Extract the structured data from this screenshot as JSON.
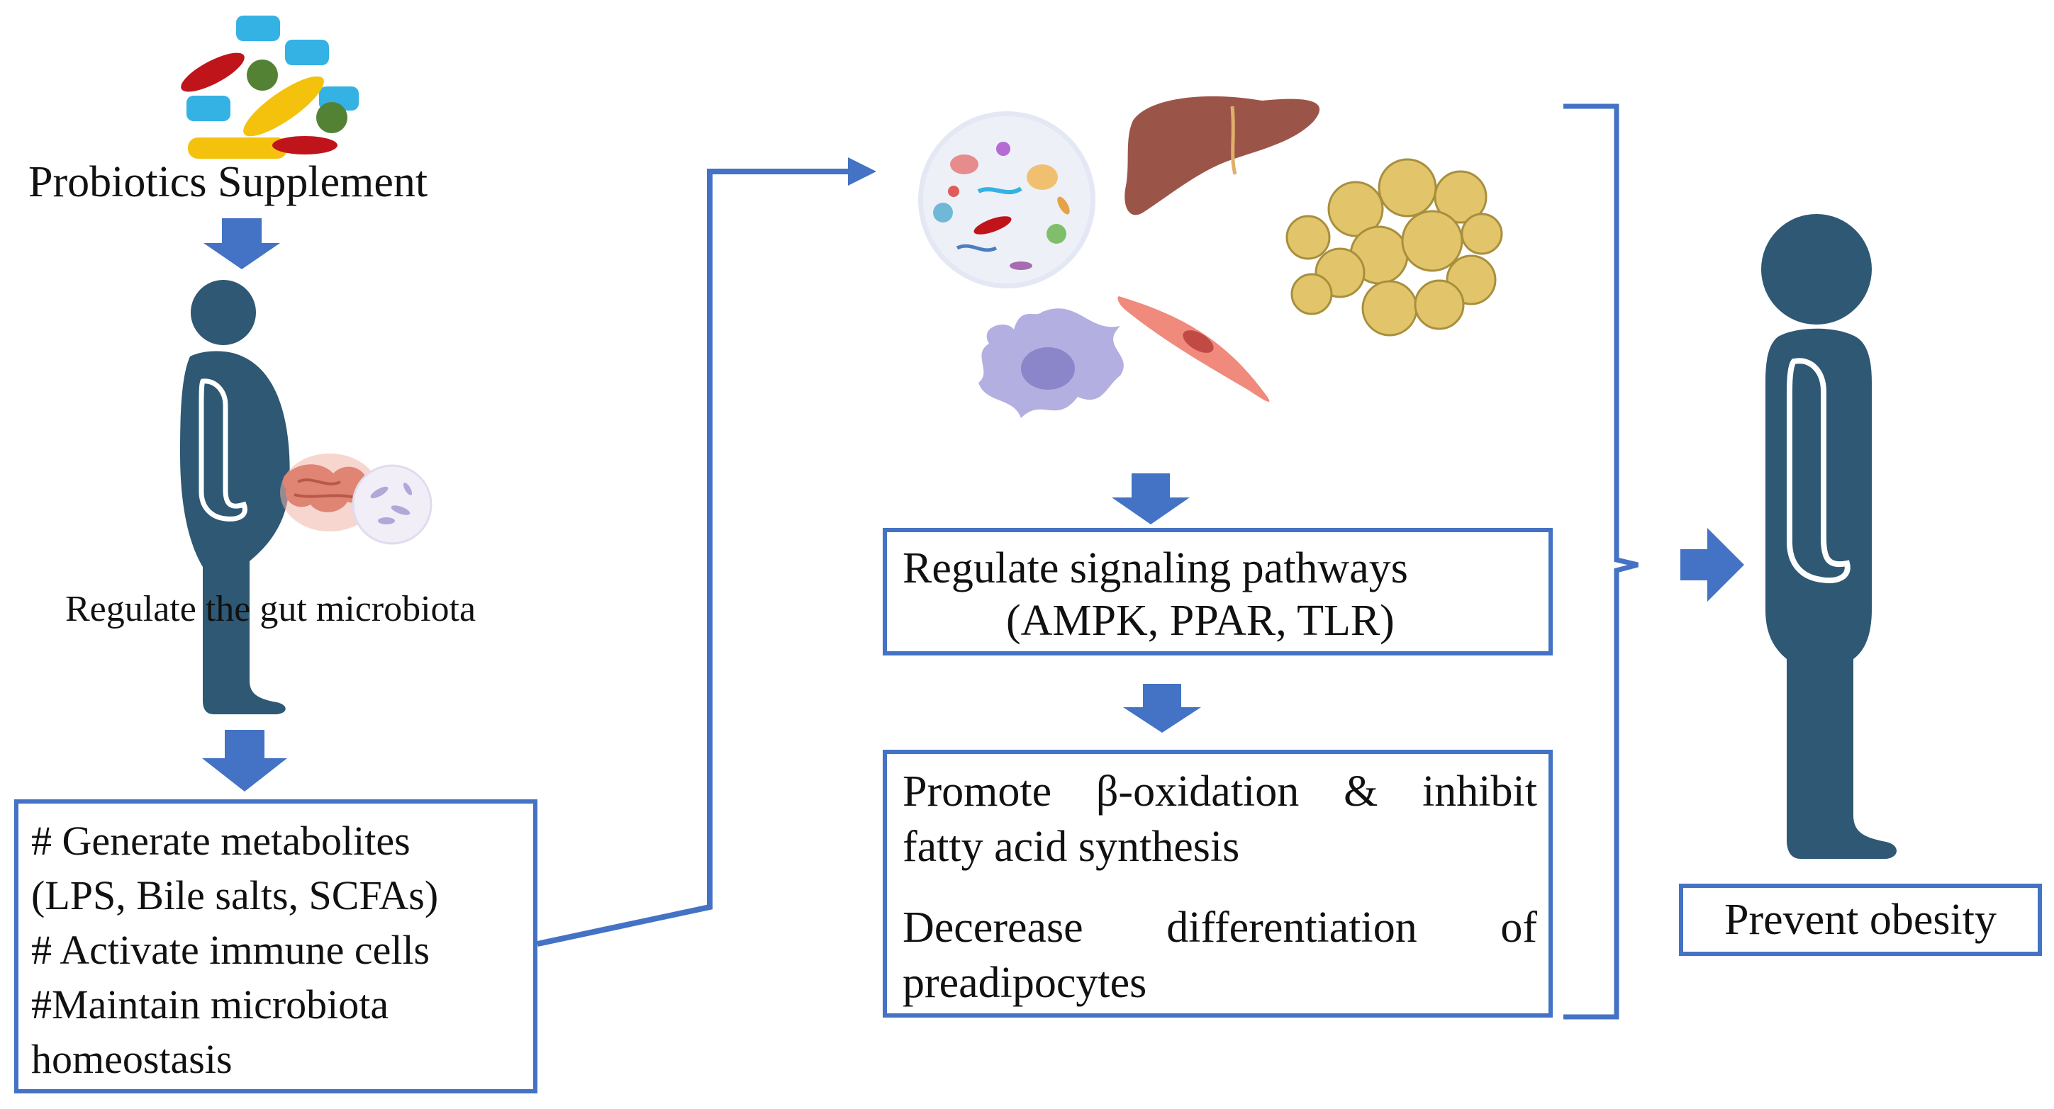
{
  "colors": {
    "arrow_blue": "#4472c4",
    "figure_teal": "#2e5873",
    "box_border": "#4472c4",
    "liver": "#9b5548",
    "adipose": "#e2c56a",
    "immune_cell": "#b3afe0",
    "muscle_cell": "#f08a7c",
    "bacteria_red": "#c0141b",
    "bacteria_blue": "#34b2e4",
    "bacteria_green": "#548235",
    "bacteria_yellow": "#f4c20d"
  },
  "labels": {
    "probiotics": "Probiotics Supplement",
    "regulate_gut": "Regulate the gut microbiota",
    "prevent_obesity": "Prevent obesity"
  },
  "metabolites_box": {
    "lines": [
      "# Generate metabolites",
      "(LPS, Bile salts, SCFAs)",
      "# Activate immune cells",
      "#Maintain microbiota",
      "homeostasis"
    ]
  },
  "signaling_box": {
    "line1": "Regulate signaling pathways",
    "line2": "(AMPK, PPAR, TLR)"
  },
  "oxidation_box": {
    "lines": [
      "Promote β-oxidation & inhibit",
      "fatty acid synthesis",
      "Decerease differentiation of",
      "preadipocytes"
    ]
  },
  "icons": {
    "bacteria_cluster": "bacteria-cluster-icon",
    "obese_person": "obese-person-icon",
    "intestine": "intestine-icon",
    "microbiota_dish": "microbiota-dish-icon",
    "liver": "liver-icon",
    "adipocytes": "adipocytes-icon",
    "immune_cell": "immune-cell-icon",
    "muscle_cell": "muscle-cell-icon",
    "healthy_person": "healthy-person-icon"
  }
}
